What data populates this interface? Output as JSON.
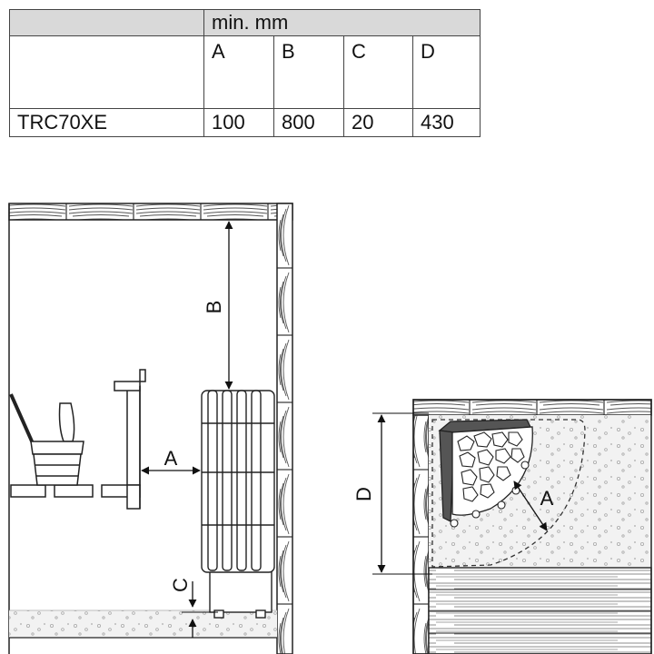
{
  "table": {
    "header": "min. mm",
    "columns": [
      "A",
      "B",
      "C",
      "D"
    ],
    "rows": [
      {
        "model": "TRC70XE",
        "values": [
          "100",
          "800",
          "20",
          "430"
        ]
      }
    ]
  },
  "labels": {
    "A": "A",
    "B": "B",
    "C": "C",
    "D": "D"
  }
}
